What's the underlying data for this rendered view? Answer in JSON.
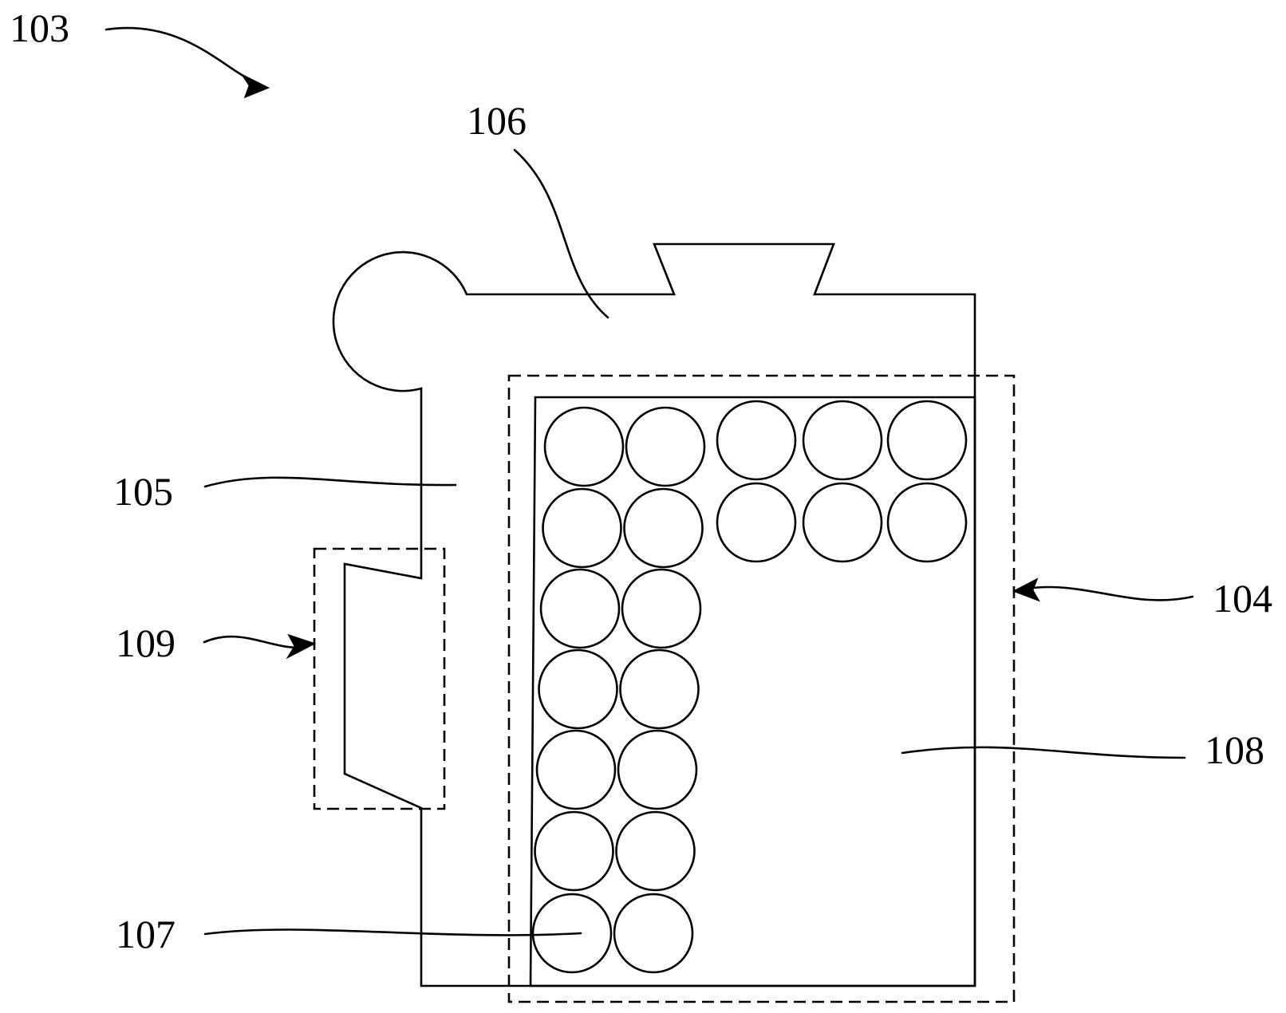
{
  "labels": {
    "assembly": "103",
    "cell_group": "104",
    "housing_side": "105",
    "housing_top": "106",
    "cell": "107",
    "cavity": "108",
    "connector": "109"
  }
}
